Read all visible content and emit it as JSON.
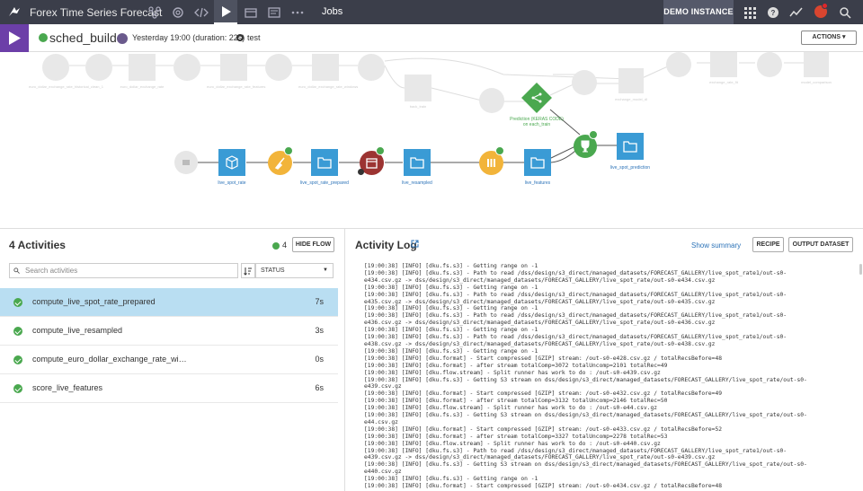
{
  "topbar": {
    "project": "Forex Time Series Forecast",
    "jobs_label": "Jobs",
    "instance_label": "DEMO INSTANCE",
    "notif_count": ""
  },
  "header": {
    "job_title": "sched_build",
    "run_info": "Yesterday 19:00 (duration: 22s)",
    "target": "test",
    "actions_label": "ACTIONS"
  },
  "flow": {
    "ghost_labels": [
      "euro_dollar_exchange_rate_historical_clean_1",
      "euro_dollar_exchange_rate",
      "euro_dollar_exchange_rate_features",
      "euro_dollar_exchange_rate_windows",
      "back_train",
      "exchange_model_dl",
      "exchange_rate_fit",
      "model_comparison"
    ],
    "nodes": [
      {
        "label": "live_spot_rate"
      },
      {
        "label": "live_spot_rate_prepared"
      },
      {
        "label": "live_resampled"
      },
      {
        "label": "live_features"
      },
      {
        "label": "Prediction (KERAS CODE) on each_train"
      },
      {
        "label": "live_spot_prediction"
      }
    ]
  },
  "activities": {
    "title": "4 Activities",
    "ok_count": "4",
    "hide_flow_label": "HIDE FLOW",
    "search_placeholder": "Search activities",
    "status_label": "STATUS",
    "items": [
      {
        "name": "compute_live_spot_rate_prepared",
        "duration": "7s"
      },
      {
        "name": "compute_live_resampled",
        "duration": "3s"
      },
      {
        "name": "compute_euro_dollar_exchange_rate_wi…",
        "duration": "0s"
      },
      {
        "name": "score_live_features",
        "duration": "6s"
      }
    ]
  },
  "log": {
    "title": "Activity Log",
    "summary_link": "Show summary",
    "recipe_label": "RECIPE",
    "output_label": "OUTPUT DATASET",
    "lines": [
      "[19:00:38] [INFO] [dku.fs.s3] - Getting range on -1",
      "[19:00:38] [INFO] [dku.fs.s3] - Path to read /dss/design/s3_direct/managed_datasets/FORECAST_GALLERY/live_spot_rate1/out-s0-",
      "e434.csv.gz -> dss/design/s3_direct/managed_datasets/FORECAST_GALLERY/live_spot_rate/out-s0-e434.csv.gz",
      "[19:00:38] [INFO] [dku.fs.s3] - Getting range on -1",
      "[19:00:38] [INFO] [dku.fs.s3] - Path to read /dss/design/s3_direct/managed_datasets/FORECAST_GALLERY/live_spot_rate1/out-s0-",
      "e435.csv.gz -> dss/design/s3_direct/managed_datasets/FORECAST_GALLERY/live_spot_rate/out-s0-e435.csv.gz",
      "[19:00:38] [INFO] [dku.fs.s3] - Getting range on -1",
      "[19:00:38] [INFO] [dku.fs.s3] - Path to read /dss/design/s3_direct/managed_datasets/FORECAST_GALLERY/live_spot_rate1/out-s0-",
      "e436.csv.gz -> dss/design/s3_direct/managed_datasets/FORECAST_GALLERY/live_spot_rate/out-s0-e436.csv.gz",
      "[19:00:38] [INFO] [dku.fs.s3] - Getting range on -1",
      "[19:00:38] [INFO] [dku.fs.s3] - Path to read /dss/design/s3_direct/managed_datasets/FORECAST_GALLERY/live_spot_rate1/out-s0-",
      "e438.csv.gz -> dss/design/s3_direct/managed_datasets/FORECAST_GALLERY/live_spot_rate/out-s0-e438.csv.gz",
      "[19:00:38] [INFO] [dku.fs.s3] - Getting range on -1",
      "[19:00:38] [INFO] [dku.format] - Start compressed [GZIP] stream: /out-s0-e428.csv.gz / totalRecsBefore=48",
      "[19:00:38] [INFO] [dku.format] - after stream totalComp=3072 totalUncomp=2101 totalRec=49",
      "[19:00:38] [INFO] [dku.flow.stream] - Split runner has work to do : /out-s0-e439.csv.gz",
      "[19:00:38] [INFO] [dku.fs.s3] - Getting S3 stream on dss/design/s3_direct/managed_datasets/FORECAST_GALLERY/live_spot_rate/out-s0-",
      "e439.csv.gz",
      "[19:00:38] [INFO] [dku.format] - Start compressed [GZIP] stream: /out-s0-e432.csv.gz / totalRecsBefore=49",
      "[19:00:38] [INFO] [dku.format] - after stream totalComp=3132 totalUncomp=2146 totalRec=50",
      "[19:00:38] [INFO] [dku.flow.stream] - Split runner has work to do : /out-s0-e44.csv.gz",
      "[19:00:38] [INFO] [dku.fs.s3] - Getting S3 stream on dss/design/s3_direct/managed_datasets/FORECAST_GALLERY/live_spot_rate/out-s0-",
      "e44.csv.gz",
      "[19:00:38] [INFO] [dku.format] - Start compressed [GZIP] stream: /out-s0-e433.csv.gz / totalRecsBefore=52",
      "[19:00:38] [INFO] [dku.format] - after stream totalComp=3327 totalUncomp=2278 totalRec=53",
      "[19:00:38] [INFO] [dku.flow.stream] - Split runner has work to do : /out-s0-e440.csv.gz",
      "[19:00:38] [INFO] [dku.fs.s3] - Path to read /dss/design/s3_direct/managed_datasets/FORECAST_GALLERY/live_spot_rate1/out-s0-",
      "e439.csv.gz -> dss/design/s3_direct/managed_datasets/FORECAST_GALLERY/live_spot_rate/out-s0-e439.csv.gz",
      "[19:00:38] [INFO] [dku.fs.s3] - Getting S3 stream on dss/design/s3_direct/managed_datasets/FORECAST_GALLERY/live_spot_rate/out-s0-",
      "e440.csv.gz",
      "[19:00:38] [INFO] [dku.fs.s3] - Getting range on -1",
      "[19:00:38] [INFO] [dku.format] - Start compressed [GZIP] stream: /out-s0-e434.csv.gz / totalRecsBefore=48"
    ]
  },
  "colors": {
    "topbar": "#3b3e4a",
    "job_purple": "#6c3fa8",
    "dataset_blue": "#3a9bd5",
    "prepare_yellow": "#f2b43a",
    "resample_red": "#9c3432",
    "train_green": "#4aa84f",
    "selected_row": "#b9def2",
    "ok_green": "#4aa84f"
  }
}
